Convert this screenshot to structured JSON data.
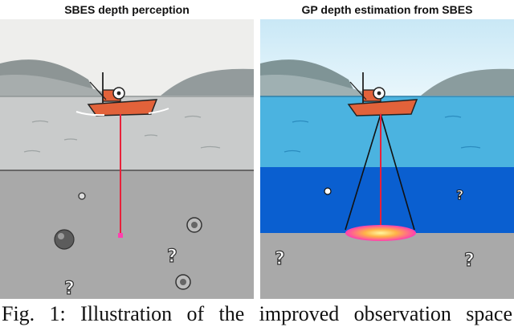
{
  "panels": {
    "left": {
      "title": "SBES depth perception"
    },
    "right": {
      "title": "GP depth estimation from SBES"
    }
  },
  "caption": "Fig. 1: Illustration of the improved observation space",
  "colors": {
    "sky_left": "#eeeeec",
    "sky_right": "#d6eef7",
    "water_left": "#c9cbcb",
    "water_right": "#4bb3e0",
    "deep_water_right": "#0a5fd0",
    "seabed": "#a9a9a9",
    "laser": "#e8213a",
    "boat_hull": "#e2623a",
    "heatmap": "#ff3fb0"
  },
  "icons": [
    "boat-icon",
    "question-mark-icon",
    "rock-icon",
    "mountain-icon"
  ]
}
